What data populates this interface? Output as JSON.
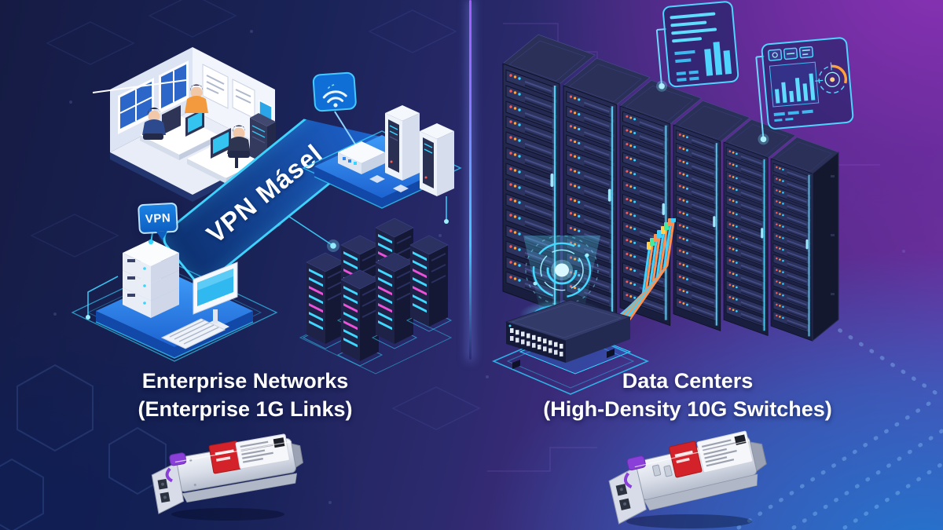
{
  "sections": {
    "enterprise": {
      "banner_label": "VPN Másel",
      "vpn_sign_label": "VPN",
      "caption_line1": "Enterprise Networks",
      "caption_line2": "(Enterprise 1G Links)"
    },
    "datacenter": {
      "caption_line1": "Data Centers",
      "caption_line2": "(High-Density 10G Switches)"
    }
  },
  "icons": {
    "wifi_sign": "wifi-icon",
    "hologram": "hologram-ring-icon",
    "dashboard_1": "line-chart-panel-icon",
    "dashboard_2": "radar-dashboard-icon"
  },
  "colors": {
    "accent_cyan": "#3fd2ff",
    "platform_blue": "#2f86ec",
    "banner_fill": "#123a84",
    "cable_orange": "#ff9050",
    "label_red": "#d3222a",
    "latch_purple": "#8a3fd8",
    "bg_navy": "#141a3f",
    "bg_purple": "#7c2fa6",
    "bg_blue": "#1f78d0"
  }
}
